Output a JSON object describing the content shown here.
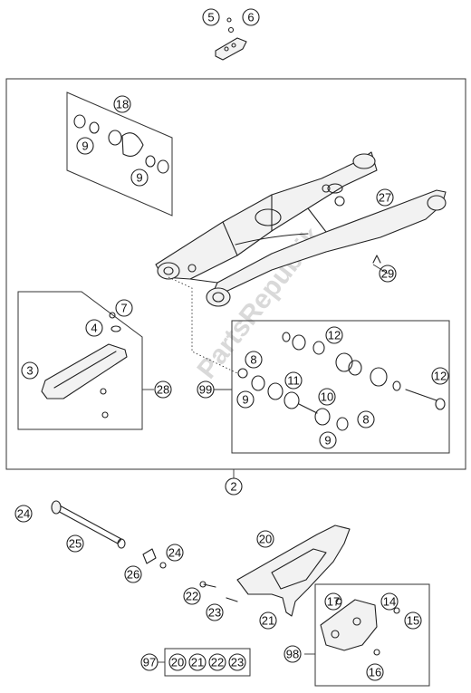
{
  "watermark": "PartsRepublik",
  "callouts": {
    "c_5": "5",
    "c_6": "6",
    "c_18": "18",
    "c_9a": "9",
    "c_9b": "9",
    "c_27": "27",
    "c_29": "29",
    "c_7": "7",
    "c_4": "4",
    "c_3": "3",
    "c_28": "28",
    "c_12a": "12",
    "c_12b": "12",
    "c_8a": "8",
    "c_99": "99",
    "c_11": "11",
    "c_9c": "9",
    "c_10": "10",
    "c_8b": "8",
    "c_9d": "9",
    "c_2": "2",
    "c_24a": "24",
    "c_20a": "20",
    "c_25": "25",
    "c_24b": "24",
    "c_26": "26",
    "c_22a": "22",
    "c_23a": "23",
    "c_17": "17",
    "c_14": "14",
    "c_21a": "21",
    "c_15": "15",
    "c_98": "98",
    "c_16": "16",
    "kit_97": "97",
    "kit_20": "20",
    "kit_21": "21",
    "kit_22": "22",
    "kit_23": "23"
  }
}
